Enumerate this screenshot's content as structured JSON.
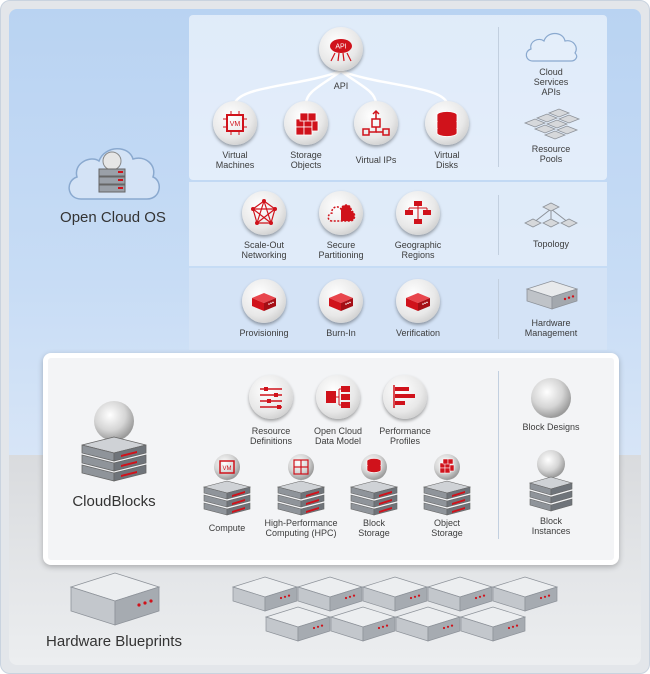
{
  "open_cloud_os": {
    "title": "Open Cloud OS",
    "api": {
      "label": "API",
      "badge": "API"
    },
    "api_services": [
      {
        "label": "Virtual\nMachines",
        "icon": "vm-chip-icon"
      },
      {
        "label": "Storage\nObjects",
        "icon": "cube-cluster-icon"
      },
      {
        "label": "Virtual IPs",
        "icon": "network-ip-icon"
      },
      {
        "label": "Virtual\nDisks",
        "icon": "disk-stack-icon"
      }
    ],
    "network_services": [
      {
        "label": "Scale-Out\nNetworking",
        "icon": "mesh-network-icon"
      },
      {
        "label": "Secure\nPartitioning",
        "icon": "cloud-partition-icon"
      },
      {
        "label": "Geographic\nRegions",
        "icon": "region-tree-icon"
      }
    ],
    "hardware_services": [
      {
        "label": "Provisioning",
        "icon": "server-box-icon"
      },
      {
        "label": "Burn-In",
        "icon": "server-box-icon"
      },
      {
        "label": "Verification",
        "icon": "server-box-icon"
      }
    ],
    "side": {
      "cloud_apis": "Cloud\nServices\nAPIs",
      "resource_pools": "Resource\nPools",
      "topology": "Topology",
      "hardware_management": "Hardware\nManagement"
    }
  },
  "cloudblocks": {
    "title": "CloudBlocks",
    "definitions": [
      {
        "label": "Resource\nDefinitions",
        "icon": "sliders-icon"
      },
      {
        "label": "Open Cloud\nData Model",
        "icon": "data-model-icon"
      },
      {
        "label": "Performance\nProfiles",
        "icon": "bars-icon"
      }
    ],
    "blocks": [
      {
        "label": "Compute",
        "icon": "vm-chip-icon"
      },
      {
        "label": "High-Performance\nComputing (HPC)",
        "icon": "grid-chip-icon"
      },
      {
        "label": "Block\nStorage",
        "icon": "disk-stack-icon"
      },
      {
        "label": "Object\nStorage",
        "icon": "cube-cluster-icon"
      }
    ],
    "side": {
      "block_designs": "Block Designs",
      "block_instances": "Block\nInstances"
    }
  },
  "hardware": {
    "title": "Hardware Blueprints"
  },
  "colors": {
    "accent_red": "#d0121b",
    "sky_blue": "#c7dcf5",
    "server_gray": "#bfc3c8"
  }
}
